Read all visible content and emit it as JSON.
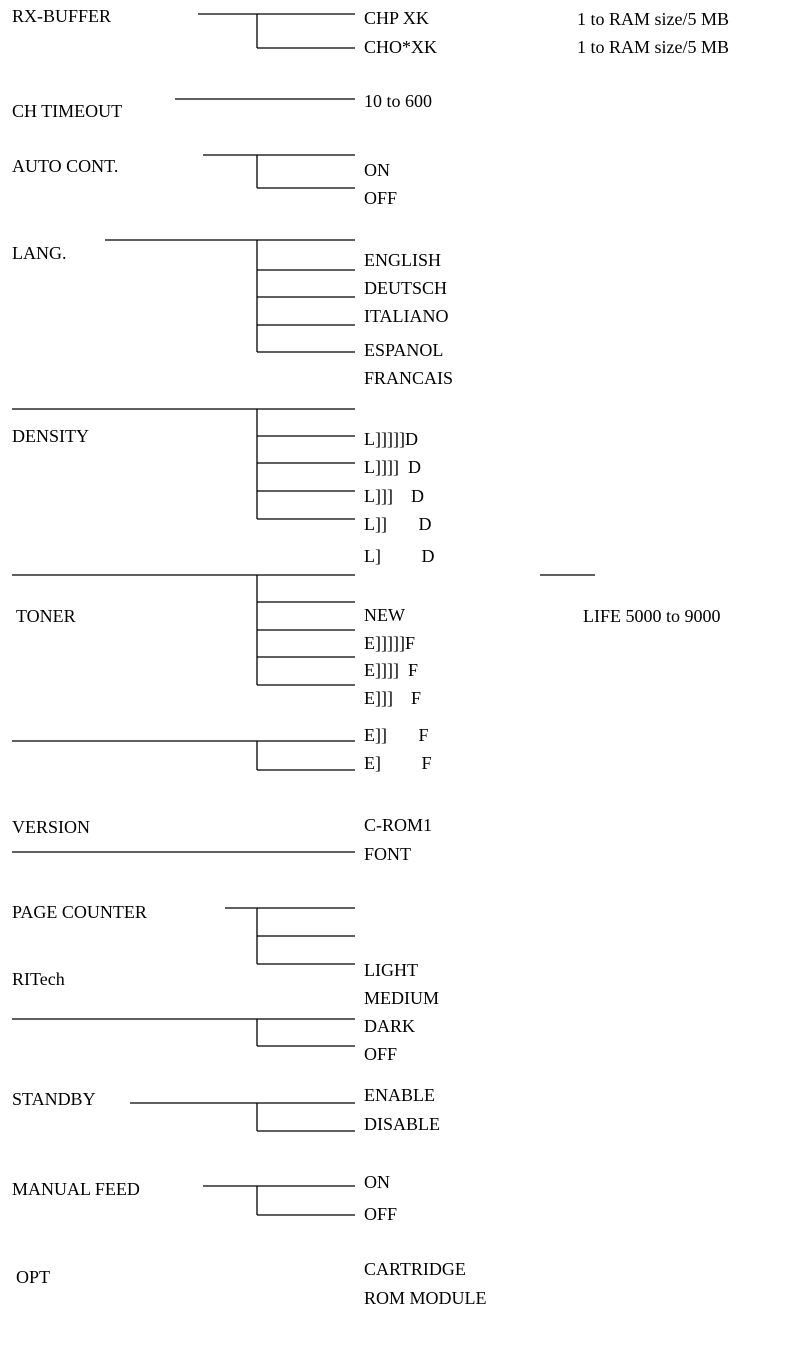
{
  "menu": {
    "rx_buffer": {
      "label": "RX-BUFFER",
      "options": [
        "CHP XK",
        "CHO*XK"
      ],
      "ranges": [
        "1 to RAM size/5 MB",
        "1 to RAM size/5 MB"
      ]
    },
    "ch_timeout": {
      "label": "CH TIMEOUT",
      "options": [
        "10 to 600"
      ]
    },
    "auto_cont": {
      "label": "AUTO CONT.",
      "options": [
        "ON",
        "OFF"
      ]
    },
    "lang": {
      "label": "LANG.",
      "options": [
        "ENGLISH",
        "DEUTSCH",
        "ITALIANO",
        "ESPANOL",
        "FRANCAIS"
      ]
    },
    "density": {
      "label": "DENSITY",
      "options": [
        "L]]]]]D",
        "L]]]]  D",
        "L]]]    D",
        "L]]       D",
        "L]         D"
      ]
    },
    "toner": {
      "label": "TONER",
      "options": [
        "NEW",
        "E]]]]]F",
        "E]]]]  F",
        "E]]]    F",
        "E]]       F",
        "E]         F"
      ],
      "life": "LIFE 5000 to 9000"
    },
    "version": {
      "label": "VERSION",
      "options": [
        "C-ROM1",
        "FONT"
      ]
    },
    "page_counter": {
      "label": "PAGE COUNTER"
    },
    "ritech": {
      "label": "RITech",
      "options": [
        "LIGHT",
        "MEDIUM",
        "DARK",
        "OFF"
      ]
    },
    "standby": {
      "label": "STANDBY",
      "options": [
        "ENABLE",
        "DISABLE"
      ]
    },
    "manual_feed": {
      "label": "MANUAL FEED",
      "options": [
        "ON",
        "OFF"
      ]
    },
    "opt": {
      "label": "OPT",
      "options": [
        "CARTRIDGE",
        "ROM MODULE"
      ]
    }
  }
}
